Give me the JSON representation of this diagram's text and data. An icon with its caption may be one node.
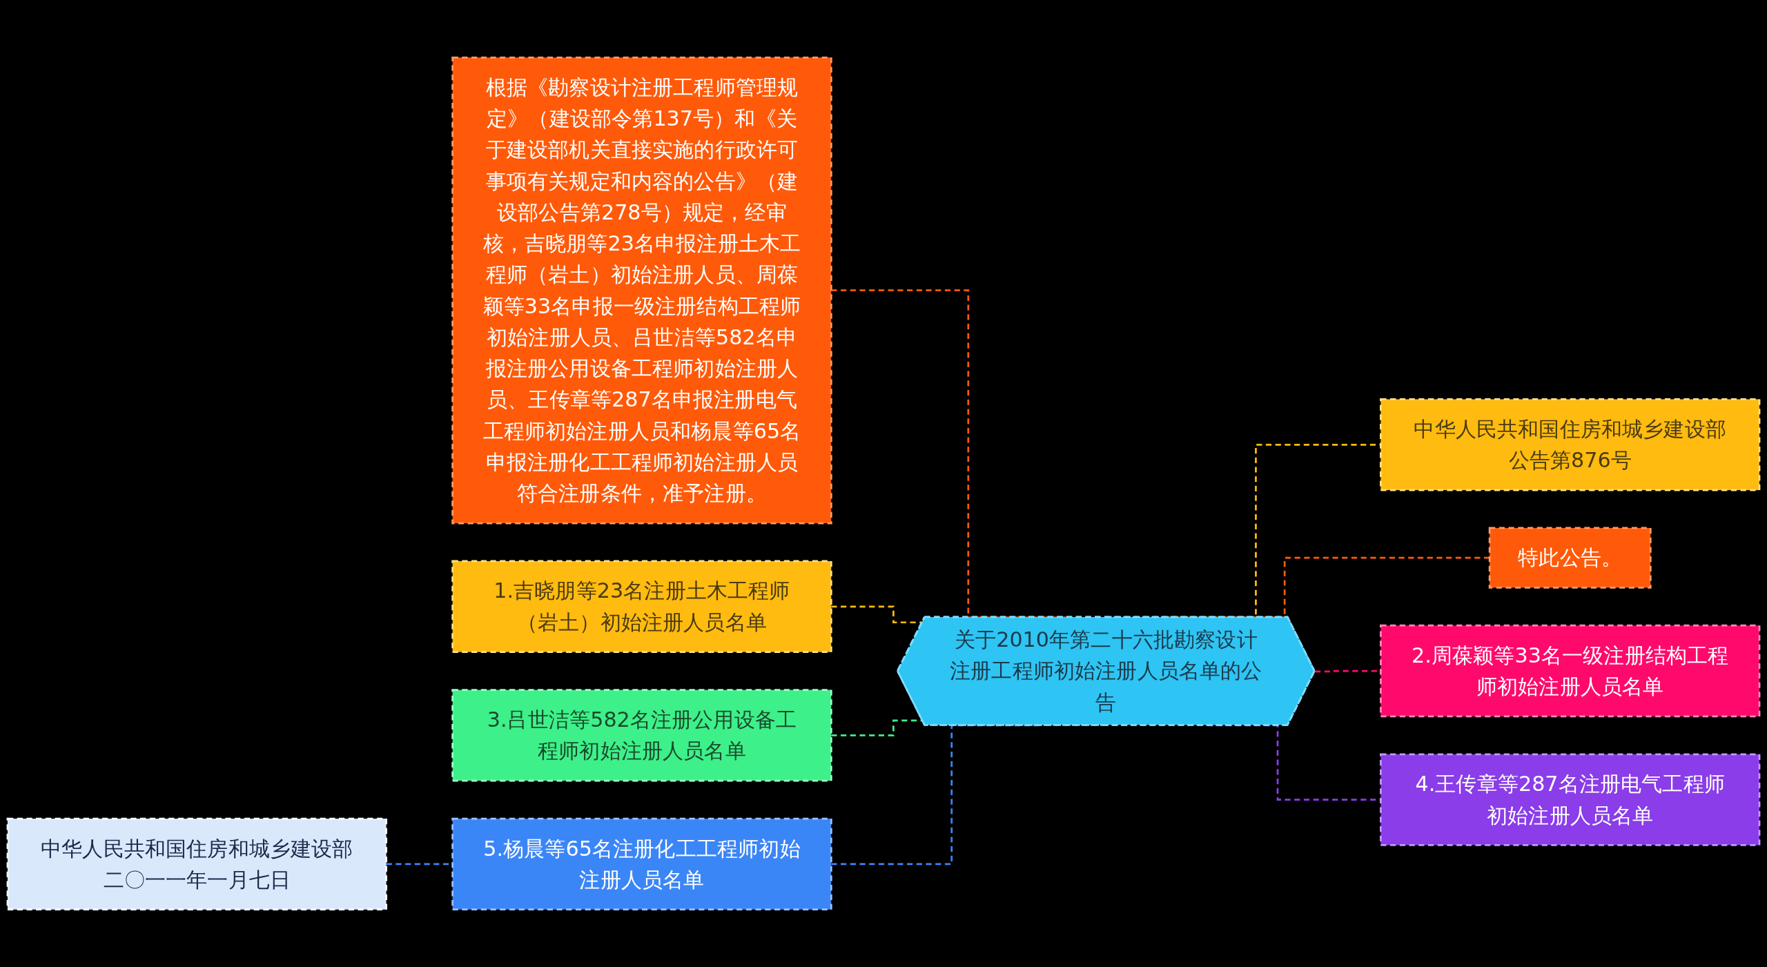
{
  "diagram": {
    "nodes": [
      {
        "text": [
          "关于2010年第二十六批勘察设计注册工程师初始注册人员名单的公告"
        ]
      },
      {
        "text": [
          "根据《勘察设计注册工程师管理规定》（建设部令第137号）和《关于建设部机关直接实施的行政许可事项有关规定和内容的公告》（建设部公告第278号）规定，经审核，吉晓朋等23名申报注册土木工程师（岩土）初始注册人员、周葆颖等33名申报一级注册结构工程师初始注册人员、吕世洁等582名申报注册公用设备工程师初始注册人员、王传章等287名申报注册电气工程师初始注册人员和杨晨等65名申报注册化工工程师初始注册人员符合注册条件，准予注册。"
        ]
      },
      {
        "text": [
          "1.吉晓朋等23名注册土木工程师（岩土）初始注册人员名单"
        ]
      },
      {
        "text": [
          "3.吕世洁等582名注册公用设备工程师初始注册人员名单"
        ]
      },
      {
        "text": [
          "5.杨晨等65名注册化工工程师初始注册人员名单"
        ]
      },
      {
        "text": [
          "中华人民共和国住房和城乡建设部二〇一一年一月七日"
        ]
      },
      {
        "text": [
          "中华人民共和国住房和城乡建设部公告第876号"
        ]
      },
      {
        "text": [
          "特此公告。"
        ]
      },
      {
        "text": [
          "2.周葆颖等33名一级注册结构工程师初始注册人员名单"
        ]
      },
      {
        "text": [
          "4.王传章等287名注册电气工程师初始注册人员名单"
        ]
      }
    ],
    "edges": [
      {
        "from": 1,
        "to": 0,
        "arrow": "none",
        "style": "dashed",
        "color": "#ff5a0a"
      },
      {
        "from": 2,
        "to": 0,
        "arrow": "none",
        "style": "dashed",
        "color": "#ffbb0f"
      },
      {
        "from": 3,
        "to": 0,
        "arrow": "none",
        "style": "dashed",
        "color": "#3df08a"
      },
      {
        "from": 4,
        "to": 0,
        "arrow": "none",
        "style": "dashed",
        "color": "#3b86f7"
      },
      {
        "from": 5,
        "to": 4,
        "arrow": "none",
        "style": "dashed",
        "color": "#3b86f7"
      },
      {
        "from": 0,
        "to": 6,
        "arrow": "none",
        "style": "dashed",
        "color": "#ffbb0f"
      },
      {
        "from": 0,
        "to": 7,
        "arrow": "none",
        "style": "dashed",
        "color": "#ff5a0a"
      },
      {
        "from": 0,
        "to": 8,
        "arrow": "none",
        "style": "dashed",
        "color": "#ff0a6c"
      },
      {
        "from": 0,
        "to": 9,
        "arrow": "none",
        "style": "dashed",
        "color": "#8a3de8"
      }
    ]
  }
}
